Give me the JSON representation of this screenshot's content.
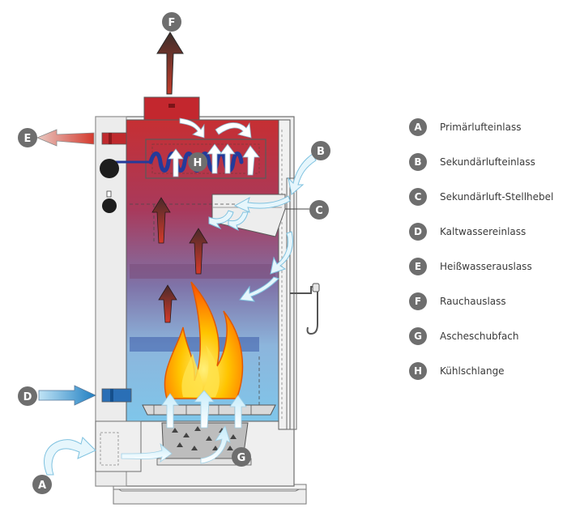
{
  "colors": {
    "badge": "#6e6e6e",
    "hot": "#c8342f",
    "cold": "#7fc2e8",
    "coil": "#2a3f9e",
    "flame_outer": "#ff6a00",
    "flame_inner": "#ffd200",
    "air_arrow": "#d9f1fb",
    "frame": "#e9e9e9"
  },
  "diagram": {
    "markers": [
      {
        "id": "marker-a",
        "letter": "A"
      },
      {
        "id": "marker-b",
        "letter": "B"
      },
      {
        "id": "marker-c",
        "letter": "C"
      },
      {
        "id": "marker-d",
        "letter": "D"
      },
      {
        "id": "marker-e",
        "letter": "E"
      },
      {
        "id": "marker-f",
        "letter": "F"
      },
      {
        "id": "marker-g",
        "letter": "G"
      },
      {
        "id": "marker-h",
        "letter": "H"
      }
    ]
  },
  "legend": [
    {
      "letter": "A",
      "label": "Primärlufteinlass"
    },
    {
      "letter": "B",
      "label": "Sekundärlufteinlass"
    },
    {
      "letter": "C",
      "label": "Sekundärluft-Stellhebel"
    },
    {
      "letter": "D",
      "label": "Kaltwassereinlass"
    },
    {
      "letter": "E",
      "label": "Heißwasserauslass"
    },
    {
      "letter": "F",
      "label": "Rauchauslass"
    },
    {
      "letter": "G",
      "label": "Ascheschubfach"
    },
    {
      "letter": "H",
      "label": "Kühlschlange"
    }
  ]
}
